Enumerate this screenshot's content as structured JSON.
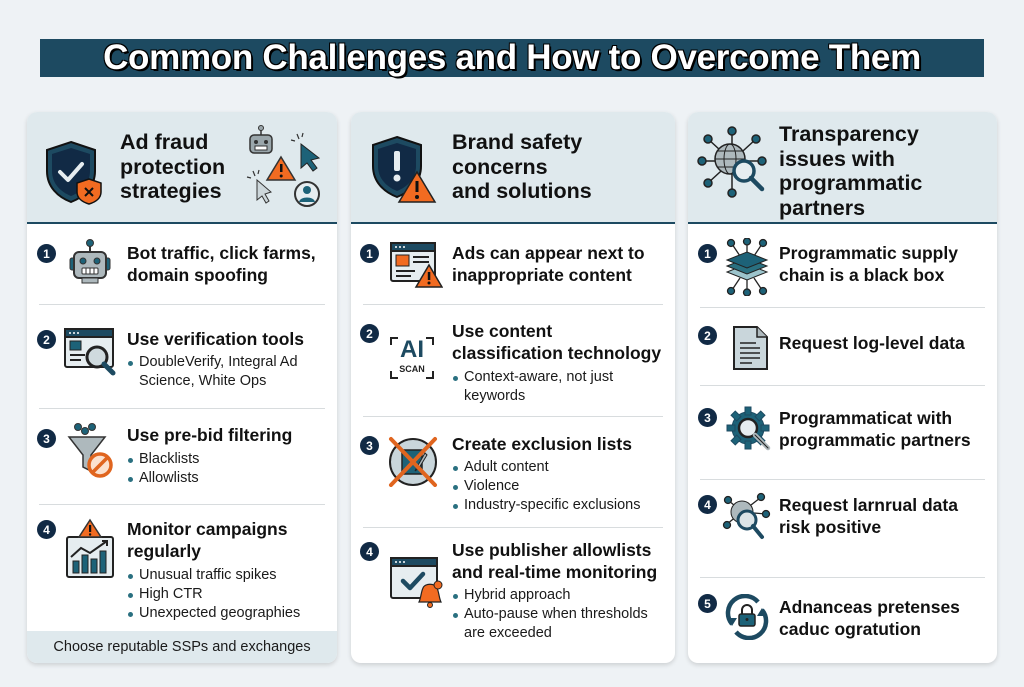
{
  "title": "Common Challenges and How to Overcome Them",
  "colors": {
    "navy": "#112a45",
    "teal": "#1d4a61",
    "accent_teal": "#2a7080",
    "orange": "#f26b21",
    "header_bg": "#dfe9ed",
    "page_bg": "#eef2f5"
  },
  "columns": [
    {
      "heading": [
        "Ad fraud",
        "protection",
        "strategies"
      ],
      "heading_icons": [
        "shield-check-icon",
        "robot-icon",
        "cursor-click-icon",
        "warning-triangle-icon",
        "user-icon"
      ],
      "items": [
        {
          "number": "1",
          "icon": "robot-icon",
          "title": [
            "Bot traffic, click farms,",
            "domain spoofing"
          ],
          "bullets": []
        },
        {
          "number": "2",
          "icon": "browser-magnifier-icon",
          "title": [
            "Use verification tools"
          ],
          "bullets": [
            "DoubleVerify, Integral Ad Science, White Ops"
          ]
        },
        {
          "number": "3",
          "icon": "funnel-block-icon",
          "title": [
            "Use pre-bid filtering"
          ],
          "bullets": [
            "Blacklists",
            "Allowlists"
          ]
        },
        {
          "number": "4",
          "icon": "chart-alert-icon",
          "title": [
            "Monitor campaigns",
            "regularly"
          ],
          "bullets": [
            "Unusual traffic spikes",
            "High CTR",
            "Unexpected geographies"
          ]
        }
      ],
      "footer": "Choose reputable SSPs and exchanges"
    },
    {
      "heading": [
        "Brand safety",
        "concerns",
        "and solutions"
      ],
      "heading_icons": [
        "shield-alert-icon"
      ],
      "items": [
        {
          "number": "1",
          "icon": "webpage-warning-icon",
          "title": [
            "Ads can appear next to",
            "inappropriate content"
          ],
          "bullets": []
        },
        {
          "number": "2",
          "icon": "ai-scan-icon",
          "icon_text": {
            "big": "AI",
            "small": "SCAN"
          },
          "title": [
            "Use content",
            "classification technology"
          ],
          "bullets": [
            "Context-aware, not just keywords"
          ]
        },
        {
          "number": "3",
          "icon": "exclusion-cross-icon",
          "title": [
            "Create exclusion lists"
          ],
          "bullets": [
            "Adult content",
            "Violence",
            "Industry-specific exclusions"
          ]
        },
        {
          "number": "4",
          "icon": "browser-check-bell-icon",
          "title": [
            "Use publisher allowlists",
            "and real-time monitoring"
          ],
          "bullets": [
            "Hybrid approach",
            "Auto-pause when thresholds are exceeded"
          ]
        }
      ]
    },
    {
      "heading": [
        "Transparency",
        "issues with",
        "programmatic",
        "partners"
      ],
      "heading_icons": [
        "network-globe-search-icon"
      ],
      "items": [
        {
          "number": "1",
          "icon": "layers-network-icon",
          "title": [
            "Programmatic supply",
            "chain is a black box"
          ],
          "bullets": []
        },
        {
          "number": "2",
          "icon": "document-icon",
          "title": [
            "Request log-level data"
          ],
          "bullets": []
        },
        {
          "number": "3",
          "icon": "gear-search-icon",
          "title": [
            "Programmaticat with",
            "programmatic partners"
          ],
          "bullets": []
        },
        {
          "number": "4",
          "icon": "node-search-icon",
          "title": [
            "Request larnrual data",
            "risk positive"
          ],
          "bullets": []
        },
        {
          "number": "5",
          "icon": "refresh-lock-icon",
          "title": [
            "Adnanceas pretenses",
            "caduc ogratution"
          ],
          "bullets": []
        }
      ]
    }
  ]
}
